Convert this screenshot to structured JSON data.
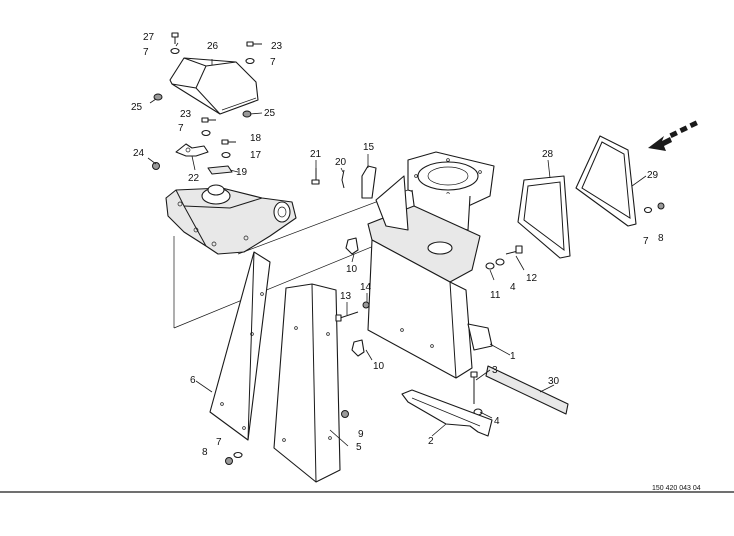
{
  "document_number": "150 420 043 04",
  "callouts": {
    "c1": "1",
    "c2": "2",
    "c3": "3",
    "c4a": "4",
    "c4b": "4",
    "c5": "5",
    "c6": "6",
    "c7a": "7",
    "c7b": "7",
    "c7c": "7",
    "c7d": "7",
    "c7e": "7",
    "c8a": "8",
    "c8b": "8",
    "c9": "9",
    "c10a": "10",
    "c10b": "10",
    "c11": "11",
    "c12": "12",
    "c13": "13",
    "c14": "14",
    "c15": "15",
    "c17": "17",
    "c18": "18",
    "c19": "19",
    "c20": "20",
    "c21": "21",
    "c22": "22",
    "c23a": "23",
    "c23b": "23",
    "c24": "24",
    "c25a": "25",
    "c25b": "25",
    "c26": "26",
    "c27": "27",
    "c28": "28",
    "c29": "29",
    "c30": "30"
  },
  "colors": {
    "ink": "#1a1a1a",
    "background": "#ffffff"
  },
  "icons": {
    "flow_arrow": "direction-arrow-icon"
  }
}
